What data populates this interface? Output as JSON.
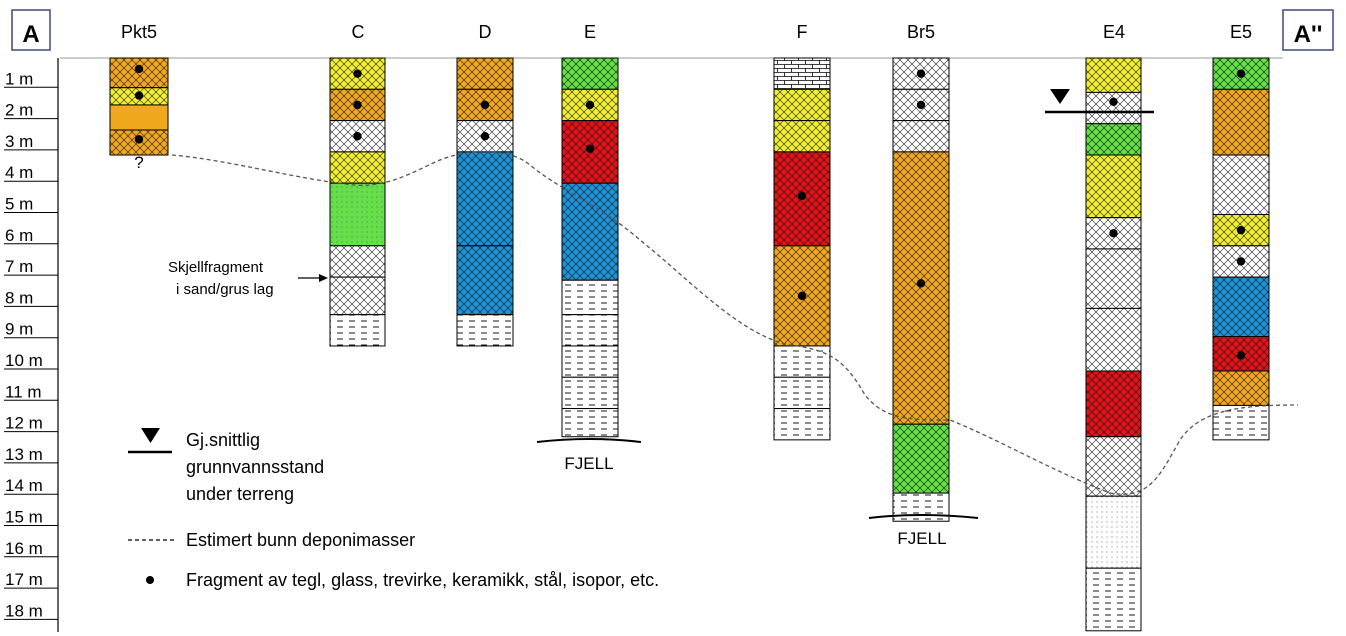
{
  "section": {
    "left_label": "A",
    "right_label": "A''"
  },
  "depth_scale": [
    "1 m",
    "2 m",
    "3 m",
    "4 m",
    "5 m",
    "6 m",
    "7 m",
    "8 m",
    "9 m",
    "10 m",
    "11 m",
    "12 m",
    "13 m",
    "14 m",
    "15 m",
    "16 m",
    "17 m",
    "18 m"
  ],
  "colors": {
    "orange": "#f0a81f",
    "yellow": "#f2ef32",
    "white": "#ffffff",
    "green": "#65e04a",
    "blue": "#1e93d6",
    "red": "#e0141c"
  },
  "boreholes": [
    {
      "name": "Pkt5",
      "note": "?",
      "layers": [
        {
          "top": 0,
          "bottom": 0.95,
          "fill": "orange",
          "pattern": "hatch",
          "dots": [
            0.35
          ]
        },
        {
          "top": 0.95,
          "bottom": 1.5,
          "fill": "yellow",
          "pattern": "hatch",
          "dots": [
            1.2
          ]
        },
        {
          "top": 1.5,
          "bottom": 2.3,
          "fill": "orange",
          "pattern": "plain",
          "dots": []
        },
        {
          "top": 2.3,
          "bottom": 3.1,
          "fill": "orange",
          "pattern": "hatch",
          "dots": [
            2.6
          ]
        }
      ]
    },
    {
      "name": "C",
      "layers": [
        {
          "top": 0,
          "bottom": 1.0,
          "fill": "yellow",
          "pattern": "hatch",
          "dots": [
            0.5
          ]
        },
        {
          "top": 1.0,
          "bottom": 2.0,
          "fill": "orange",
          "pattern": "hatch",
          "dots": [
            1.5
          ]
        },
        {
          "top": 2.0,
          "bottom": 3.0,
          "fill": "white",
          "pattern": "hatch",
          "dots": [
            2.5
          ]
        },
        {
          "top": 3.0,
          "bottom": 4.0,
          "fill": "yellow",
          "pattern": "hatch",
          "dots": []
        },
        {
          "top": 4.0,
          "bottom": 6.0,
          "fill": "green",
          "pattern": "dots",
          "dots": []
        },
        {
          "top": 6.0,
          "bottom": 7.0,
          "fill": "white",
          "pattern": "hatch",
          "dots": []
        },
        {
          "top": 7.0,
          "bottom": 8.2,
          "fill": "white",
          "pattern": "hatch",
          "dots": []
        },
        {
          "top": 8.2,
          "bottom": 9.2,
          "fill": "white",
          "pattern": "dash",
          "dots": []
        }
      ]
    },
    {
      "name": "D",
      "layers": [
        {
          "top": 0,
          "bottom": 1.0,
          "fill": "orange",
          "pattern": "hatch",
          "dots": []
        },
        {
          "top": 1.0,
          "bottom": 2.0,
          "fill": "orange",
          "pattern": "hatch",
          "dots": [
            1.5
          ]
        },
        {
          "top": 2.0,
          "bottom": 3.0,
          "fill": "white",
          "pattern": "hatch",
          "dots": [
            2.5
          ]
        },
        {
          "top": 3.0,
          "bottom": 6.0,
          "fill": "blue",
          "pattern": "hatch",
          "dots": []
        },
        {
          "top": 6.0,
          "bottom": 8.2,
          "fill": "blue",
          "pattern": "hatch",
          "dots": []
        },
        {
          "top": 8.2,
          "bottom": 9.2,
          "fill": "white",
          "pattern": "dash",
          "dots": []
        }
      ]
    },
    {
      "name": "E",
      "bedrock": "FJELL",
      "layers": [
        {
          "top": 0,
          "bottom": 1.0,
          "fill": "green",
          "pattern": "hatch",
          "dots": []
        },
        {
          "top": 1.0,
          "bottom": 2.0,
          "fill": "yellow",
          "pattern": "hatch",
          "dots": [
            1.5
          ]
        },
        {
          "top": 2.0,
          "bottom": 4.0,
          "fill": "red",
          "pattern": "hatch",
          "dots": [
            2.9
          ]
        },
        {
          "top": 4.0,
          "bottom": 7.1,
          "fill": "blue",
          "pattern": "hatch",
          "dots": []
        },
        {
          "top": 7.1,
          "bottom": 8.2,
          "fill": "white",
          "pattern": "dash",
          "dots": []
        },
        {
          "top": 8.2,
          "bottom": 9.2,
          "fill": "white",
          "pattern": "dash",
          "dots": []
        },
        {
          "top": 9.2,
          "bottom": 10.2,
          "fill": "white",
          "pattern": "dash",
          "dots": []
        },
        {
          "top": 10.2,
          "bottom": 11.2,
          "fill": "white",
          "pattern": "dash",
          "dots": []
        },
        {
          "top": 11.2,
          "bottom": 12.1,
          "fill": "white",
          "pattern": "dash",
          "dots": []
        }
      ]
    },
    {
      "name": "F",
      "layers": [
        {
          "top": 0,
          "bottom": 1.0,
          "fill": "white",
          "pattern": "brick",
          "dots": []
        },
        {
          "top": 1.0,
          "bottom": 2.0,
          "fill": "yellow",
          "pattern": "hatch",
          "dots": []
        },
        {
          "top": 2.0,
          "bottom": 3.0,
          "fill": "yellow",
          "pattern": "hatch",
          "dots": []
        },
        {
          "top": 3.0,
          "bottom": 6.0,
          "fill": "red",
          "pattern": "hatch",
          "dots": [
            4.4
          ]
        },
        {
          "top": 6.0,
          "bottom": 9.2,
          "fill": "orange",
          "pattern": "hatch",
          "dots": [
            7.6
          ]
        },
        {
          "top": 9.2,
          "bottom": 10.2,
          "fill": "white",
          "pattern": "dash",
          "dots": []
        },
        {
          "top": 10.2,
          "bottom": 11.2,
          "fill": "white",
          "pattern": "dash",
          "dots": []
        },
        {
          "top": 11.2,
          "bottom": 12.2,
          "fill": "white",
          "pattern": "dash",
          "dots": []
        }
      ]
    },
    {
      "name": "Br5",
      "bedrock": "FJELL",
      "layers": [
        {
          "top": 0,
          "bottom": 1.0,
          "fill": "white",
          "pattern": "hatch",
          "dots": [
            0.5
          ]
        },
        {
          "top": 1.0,
          "bottom": 2.0,
          "fill": "white",
          "pattern": "hatch",
          "dots": [
            1.5
          ]
        },
        {
          "top": 2.0,
          "bottom": 3.0,
          "fill": "white",
          "pattern": "hatch",
          "dots": []
        },
        {
          "top": 3.0,
          "bottom": 11.7,
          "fill": "orange",
          "pattern": "hatch",
          "dots": [
            7.2
          ]
        },
        {
          "top": 11.7,
          "bottom": 13.9,
          "fill": "green",
          "pattern": "hatch",
          "dots": []
        },
        {
          "top": 13.9,
          "bottom": 14.8,
          "fill": "white",
          "pattern": "dash",
          "dots": []
        }
      ]
    },
    {
      "name": "E4",
      "groundwater": 1.65,
      "layers": [
        {
          "top": 0,
          "bottom": 1.1,
          "fill": "yellow",
          "pattern": "hatch",
          "dots": []
        },
        {
          "top": 1.1,
          "bottom": 2.1,
          "fill": "white",
          "pattern": "hatch",
          "dots": [
            1.4
          ]
        },
        {
          "top": 2.1,
          "bottom": 3.1,
          "fill": "green",
          "pattern": "hatch",
          "dots": []
        },
        {
          "top": 3.1,
          "bottom": 5.1,
          "fill": "yellow",
          "pattern": "hatch",
          "dots": []
        },
        {
          "top": 5.1,
          "bottom": 6.1,
          "fill": "white",
          "pattern": "hatch",
          "dots": [
            5.6
          ]
        },
        {
          "top": 6.1,
          "bottom": 8.0,
          "fill": "white",
          "pattern": "hatch",
          "dots": []
        },
        {
          "top": 8.0,
          "bottom": 10.0,
          "fill": "white",
          "pattern": "hatch",
          "dots": []
        },
        {
          "top": 10.0,
          "bottom": 12.1,
          "fill": "red",
          "pattern": "hatch",
          "dots": []
        },
        {
          "top": 12.1,
          "bottom": 14.0,
          "fill": "white",
          "pattern": "hatch",
          "dots": []
        },
        {
          "top": 14.0,
          "bottom": 16.3,
          "fill": "white",
          "pattern": "dots",
          "dots": []
        },
        {
          "top": 16.3,
          "bottom": 18.3,
          "fill": "white",
          "pattern": "dash",
          "dots": []
        }
      ]
    },
    {
      "name": "E5",
      "layers": [
        {
          "top": 0,
          "bottom": 1.0,
          "fill": "green",
          "pattern": "hatch",
          "dots": [
            0.5
          ]
        },
        {
          "top": 1.0,
          "bottom": 3.1,
          "fill": "orange",
          "pattern": "hatch",
          "dots": []
        },
        {
          "top": 3.1,
          "bottom": 5.0,
          "fill": "white",
          "pattern": "hatch",
          "dots": []
        },
        {
          "top": 5.0,
          "bottom": 6.0,
          "fill": "yellow",
          "pattern": "hatch",
          "dots": [
            5.5
          ]
        },
        {
          "top": 6.0,
          "bottom": 7.0,
          "fill": "white",
          "pattern": "hatch",
          "dots": [
            6.5
          ]
        },
        {
          "top": 7.0,
          "bottom": 8.9,
          "fill": "blue",
          "pattern": "hatch",
          "dots": []
        },
        {
          "top": 8.9,
          "bottom": 10.0,
          "fill": "red",
          "pattern": "hatch",
          "dots": [
            9.5
          ]
        },
        {
          "top": 10.0,
          "bottom": 11.1,
          "fill": "orange",
          "pattern": "hatch",
          "dots": []
        },
        {
          "top": 11.1,
          "bottom": 12.2,
          "fill": "white",
          "pattern": "dash",
          "dots": []
        }
      ]
    }
  ],
  "annotation": {
    "line1": "Skjellfragment",
    "line2": "i sand/grus lag"
  },
  "legend": {
    "groundwater": [
      "Gj.snittlig",
      "grunnvannsstand",
      "under terreng"
    ],
    "estimated_bottom": "Estimert bunn deponimasser",
    "fragments": "Fragment av tegl, glass, trevirke, keramikk, stål, isopor, etc."
  }
}
